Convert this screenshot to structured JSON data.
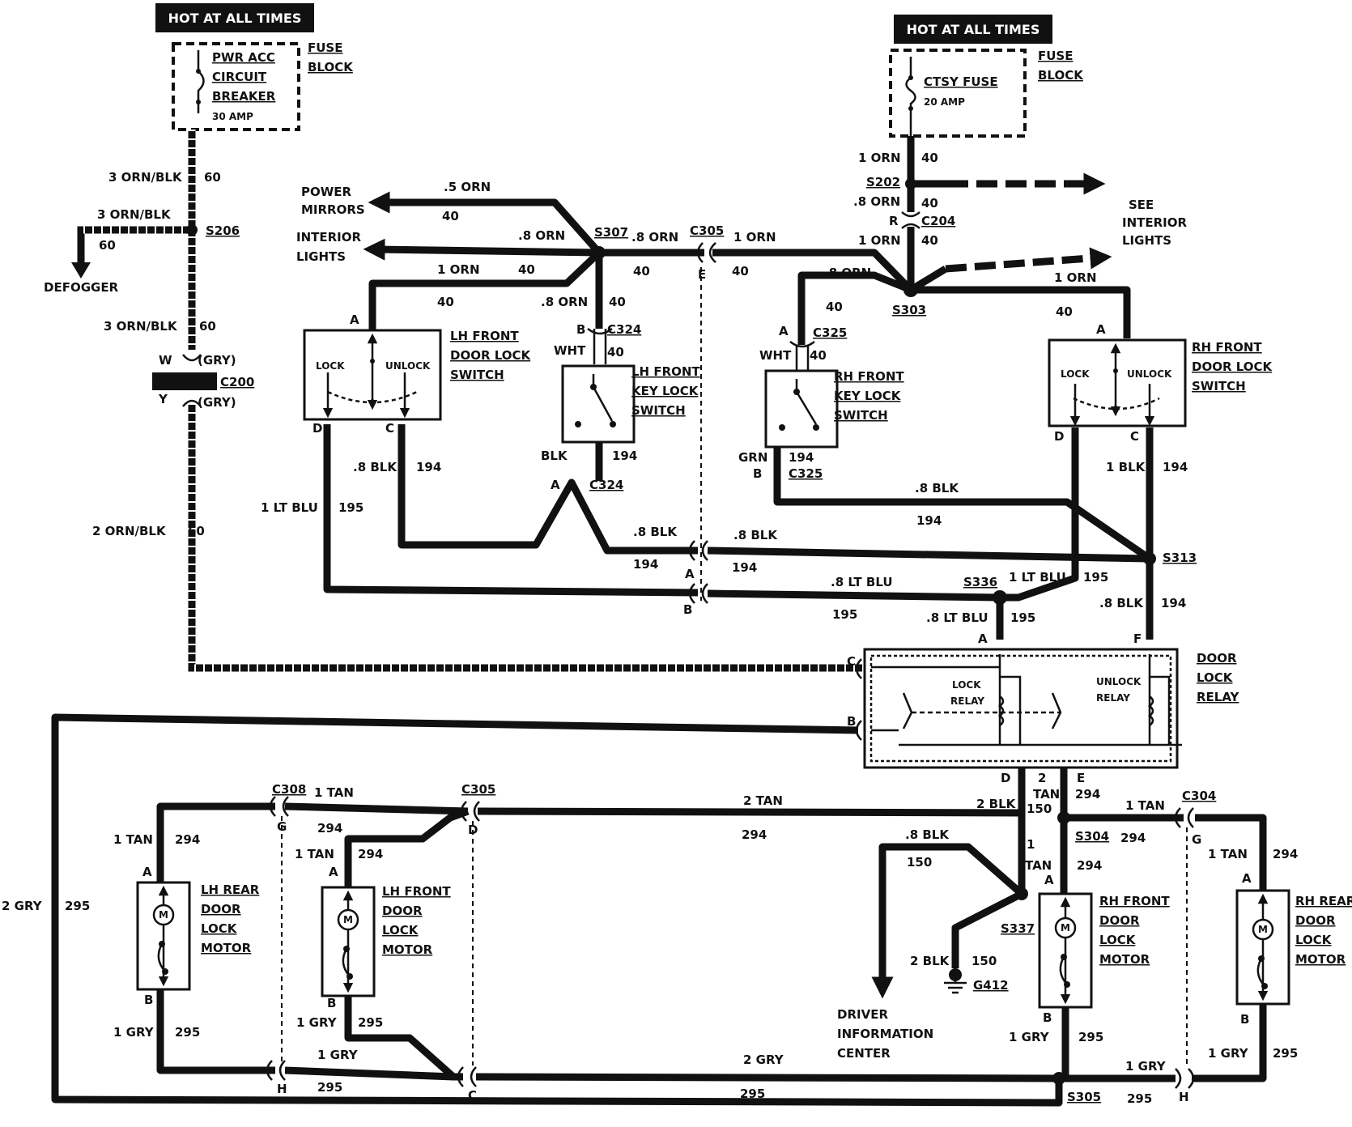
{
  "banners": {
    "hot_left": "HOT AT ALL TIMES",
    "hot_right": "HOT AT ALL TIMES"
  },
  "fuse_block": {
    "left": {
      "l1": "PWR ACC",
      "l2": "CIRCUIT",
      "l3": "BREAKER",
      "rating": "30 AMP",
      "label1": "FUSE",
      "label2": "BLOCK"
    },
    "right": {
      "name": "CTSY FUSE",
      "rating": "20 AMP",
      "label1": "FUSE",
      "label2": "BLOCK"
    }
  },
  "destinations": {
    "defogger": "DEFOGGER",
    "power_mirrors_1": "POWER",
    "power_mirrors_2": "MIRRORS",
    "interior_lights_1": "INTERIOR",
    "interior_lights_2": "LIGHTS",
    "see_1": "SEE",
    "see_2": "INTERIOR",
    "see_3": "LIGHTS",
    "dic_1": "DRIVER",
    "dic_2": "INFORMATION",
    "dic_3": "CENTER"
  },
  "splices": {
    "s206": "S206",
    "s307": "S307",
    "s202": "S202",
    "s303": "S303",
    "s313": "S313",
    "s336": "S336",
    "s304": "S304",
    "s337": "S337",
    "s305": "S305"
  },
  "connectors": {
    "c305_top": "C305",
    "c204": "C204",
    "c324_a": "C324",
    "c324_b": "C324",
    "c325_a": "C325",
    "c325_b": "C325",
    "c200": "C200",
    "c308": "C308",
    "c305_bot": "C305",
    "c304": "C304",
    "g412": "G412"
  },
  "switches": {
    "lh_door_lock": {
      "l1": "LH FRONT",
      "l2": "DOOR LOCK",
      "l3": "SWITCH",
      "lock": "LOCK",
      "unlock": "UNLOCK"
    },
    "lh_key_lock": {
      "l1": "LH FRONT",
      "l2": "KEY LOCK",
      "l3": "SWITCH"
    },
    "rh_key_lock": {
      "l1": "RH FRONT",
      "l2": "KEY LOCK",
      "l3": "SWITCH"
    },
    "rh_door_lock": {
      "l1": "RH FRONT",
      "l2": "DOOR LOCK",
      "l3": "SWITCH",
      "lock": "LOCK",
      "unlock": "UNLOCK"
    }
  },
  "relay": {
    "l1": "DOOR",
    "l2": "LOCK",
    "l3": "RELAY",
    "lock1": "LOCK",
    "lock2": "RELAY",
    "unlock1": "UNLOCK",
    "unlock2": "RELAY"
  },
  "motors": {
    "lh_rear": {
      "l1": "LH REAR",
      "l2": "DOOR",
      "l3": "LOCK",
      "l4": "MOTOR"
    },
    "lh_front": {
      "l1": "LH FRONT",
      "l2": "DOOR",
      "l3": "LOCK",
      "l4": "MOTOR"
    },
    "rh_front": {
      "l1": "RH FRONT",
      "l2": "DOOR",
      "l3": "LOCK",
      "l4": "MOTOR"
    },
    "rh_rear": {
      "l1": "RH REAR",
      "l2": "DOOR",
      "l3": "LOCK",
      "l4": "MOTOR"
    },
    "m": "M"
  },
  "wire_labels": {
    "w3ornblk": "3 ORN/BLK",
    "w2ornblk": "2 ORN/BLK",
    "c60": "60",
    "w5orn": ".5 ORN",
    "w8orn": ".8 ORN",
    "w1orn": "1 ORN",
    "c40": "40",
    "w8blk": ".8 BLK",
    "w1blk": "1 BLK",
    "w2blk": "2 BLK",
    "c194": "194",
    "w1ltblu": "1 LT BLU",
    "w8ltblu": ".8 LT BLU",
    "c195": "195",
    "w1tan": "1 TAN",
    "w2tan": "2 TAN",
    "wtan": "TAN",
    "c294": "294",
    "c150": "150",
    "w1gry": "1 GRY",
    "w2gry": "2 GRY",
    "c295": "295",
    "wht": "WHT",
    "blk": "BLK",
    "grn": "GRN",
    "gry": "(GRY)",
    "n1": "1",
    "n2": "2"
  },
  "pins": {
    "a": "A",
    "b": "B",
    "c": "C",
    "d": "D",
    "e": "E",
    "f": "F",
    "g": "G",
    "h": "H",
    "r": "R",
    "w": "W",
    "y": "Y"
  }
}
